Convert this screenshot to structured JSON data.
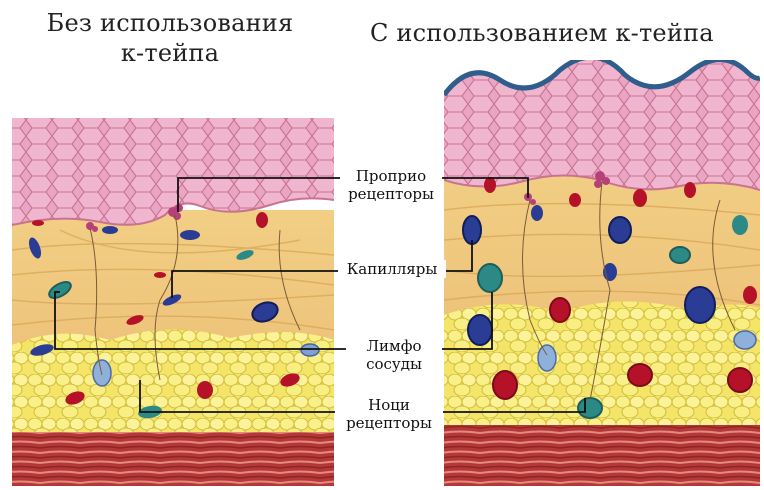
{
  "titles": {
    "left_line1": "Без использования",
    "left_line2": "к-тейпа",
    "right": "С использованием к-тейпа"
  },
  "labels": {
    "proprio_line1": "Проприо",
    "proprio_line2": "рецепторы",
    "capillaries": "Капилляры",
    "lymph_line1": "Лимфо",
    "lymph_line2": "сосуды",
    "noci_line1": "Ноци",
    "noci_line2": "рецепторы"
  },
  "colors": {
    "epidermis": "#e9a3c0",
    "epidermis_cell_line": "#c7728f",
    "tape": "#2f5d8c",
    "dermis": "#f0cf86",
    "dermis_fiber": "#d9aa55",
    "fat": "#f6ea6a",
    "fat_outline": "#c9b43a",
    "muscle": "#b83a3a",
    "muscle_stripe": "#e58a7d",
    "capillary_red": "#b5122a",
    "lymph_blue": "#2a3c93",
    "teal_vessel": "#2c8a86",
    "receptor": "#b8407a",
    "leader_line": "#111111"
  }
}
